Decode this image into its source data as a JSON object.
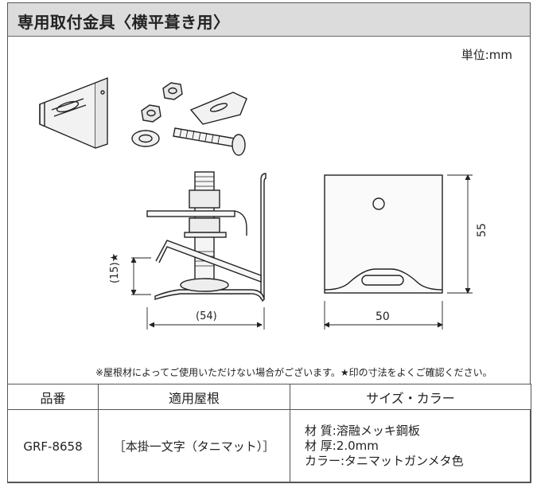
{
  "title": "専用取付金具〈横平葺き用〉",
  "unit_label": "単位:mm",
  "dimensions": {
    "side_height": "(15)★",
    "side_width": "(54)",
    "front_height": "55",
    "front_width": "50"
  },
  "note": "※屋根材によってご使用いただけない場合がございます。★印の寸法をよくご確認ください。",
  "table": {
    "headers": [
      "品番",
      "適用屋根",
      "サイズ・カラー"
    ],
    "rows": [
      {
        "product_code": "GRF-8658",
        "roof": "［本掛一文字（タニマット）］",
        "specs": [
          "材 質:溶融メッキ鋼板",
          "材 厚:2.0mm",
          "カラー:タニマットガンメタ色"
        ]
      }
    ]
  }
}
